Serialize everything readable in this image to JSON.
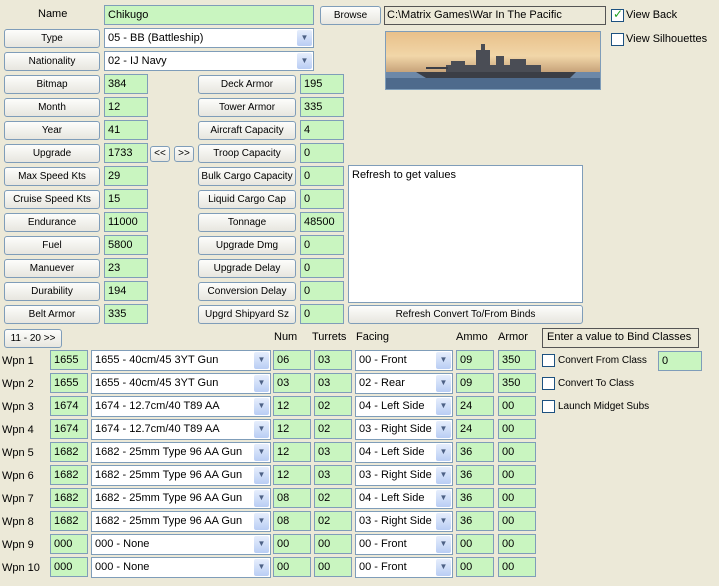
{
  "name_label": "Name",
  "name_value": "Chikugo",
  "browse_label": "Browse",
  "path_value": "C:\\Matrix Games\\War In The Pacific",
  "view_back_label": "View Back",
  "view_silhouettes_label": "View Silhouettes",
  "type_label": "Type",
  "type_value": "05 - BB (Battleship)",
  "nationality_label": "Nationality",
  "nationality_value": "02 - IJ Navy",
  "left_fields": [
    {
      "label": "Bitmap",
      "value": "384"
    },
    {
      "label": "Month",
      "value": "12"
    },
    {
      "label": "Year",
      "value": "41"
    },
    {
      "label": "Upgrade",
      "value": "1733"
    },
    {
      "label": "Max Speed Kts",
      "value": "29"
    },
    {
      "label": "Cruise Speed Kts",
      "value": "15"
    },
    {
      "label": "Endurance",
      "value": "11000"
    },
    {
      "label": "Fuel",
      "value": "5800"
    },
    {
      "label": "Manuever",
      "value": "23"
    },
    {
      "label": "Durability",
      "value": "194"
    },
    {
      "label": "Belt Armor",
      "value": "335"
    }
  ],
  "prev_label": "<<",
  "next_label": ">>",
  "mid_fields": [
    {
      "label": "Deck Armor",
      "value": "195"
    },
    {
      "label": "Tower Armor",
      "value": "335"
    },
    {
      "label": "Aircraft Capacity",
      "value": "4"
    },
    {
      "label": "Troop Capacity",
      "value": "0"
    },
    {
      "label": "Bulk Cargo Capacity",
      "value": "0"
    },
    {
      "label": "Liquid Cargo Cap",
      "value": "0"
    },
    {
      "label": "Tonnage",
      "value": "48500"
    },
    {
      "label": "Upgrade Dmg",
      "value": "0"
    },
    {
      "label": "Upgrade Delay",
      "value": "0"
    },
    {
      "label": "Conversion Delay",
      "value": "0"
    },
    {
      "label": "Upgrd Shipyard Sz",
      "value": "0"
    }
  ],
  "info_text": "Refresh to get values",
  "refresh_label": "Refresh Convert To/From Binds",
  "page_btn_label": "11 - 20  >>",
  "headers": {
    "num": "Num",
    "turrets": "Turrets",
    "facing": "Facing",
    "ammo": "Ammo",
    "armor": "Armor"
  },
  "bind_hint": "Enter a value to Bind Classes",
  "convert_from_label": "Convert From Class",
  "convert_from_value": "0",
  "convert_to_label": "Convert To Class",
  "launch_midget_label": "Launch Midget Subs",
  "weapons": [
    {
      "label": "Wpn 1",
      "id": "1655",
      "name": "1655 - 40cm/45 3YT Gun",
      "num": "06",
      "turrets": "03",
      "facing": "00 - Front",
      "ammo": "09",
      "armor": "350"
    },
    {
      "label": "Wpn 2",
      "id": "1655",
      "name": "1655 - 40cm/45 3YT Gun",
      "num": "03",
      "turrets": "03",
      "facing": "02 - Rear",
      "ammo": "09",
      "armor": "350"
    },
    {
      "label": "Wpn 3",
      "id": "1674",
      "name": "1674 - 12.7cm/40 T89 AA",
      "num": "12",
      "turrets": "02",
      "facing": "04 - Left Side",
      "ammo": "24",
      "armor": "00"
    },
    {
      "label": "Wpn 4",
      "id": "1674",
      "name": "1674 - 12.7cm/40 T89 AA",
      "num": "12",
      "turrets": "02",
      "facing": "03 - Right Side",
      "ammo": "24",
      "armor": "00"
    },
    {
      "label": "Wpn 5",
      "id": "1682",
      "name": "1682 - 25mm Type 96 AA Gun",
      "num": "12",
      "turrets": "03",
      "facing": "04 - Left Side",
      "ammo": "36",
      "armor": "00"
    },
    {
      "label": "Wpn 6",
      "id": "1682",
      "name": "1682 - 25mm Type 96 AA Gun",
      "num": "12",
      "turrets": "03",
      "facing": "03 - Right Side",
      "ammo": "36",
      "armor": "00"
    },
    {
      "label": "Wpn 7",
      "id": "1682",
      "name": "1682 - 25mm Type 96 AA Gun",
      "num": "08",
      "turrets": "02",
      "facing": "04 - Left Side",
      "ammo": "36",
      "armor": "00"
    },
    {
      "label": "Wpn 8",
      "id": "1682",
      "name": "1682 - 25mm Type 96 AA Gun",
      "num": "08",
      "turrets": "02",
      "facing": "03 - Right Side",
      "ammo": "36",
      "armor": "00"
    },
    {
      "label": "Wpn 9",
      "id": "000",
      "name": "000 - None",
      "num": "00",
      "turrets": "00",
      "facing": "00 - Front",
      "ammo": "00",
      "armor": "00"
    },
    {
      "label": "Wpn 10",
      "id": "000",
      "name": "000 - None",
      "num": "00",
      "turrets": "00",
      "facing": "00 - Front",
      "ammo": "00",
      "armor": "00"
    }
  ],
  "colors": {
    "field_green": "#c9f5c0",
    "window_bg": "#ece9d8",
    "border": "#7f9db9"
  }
}
